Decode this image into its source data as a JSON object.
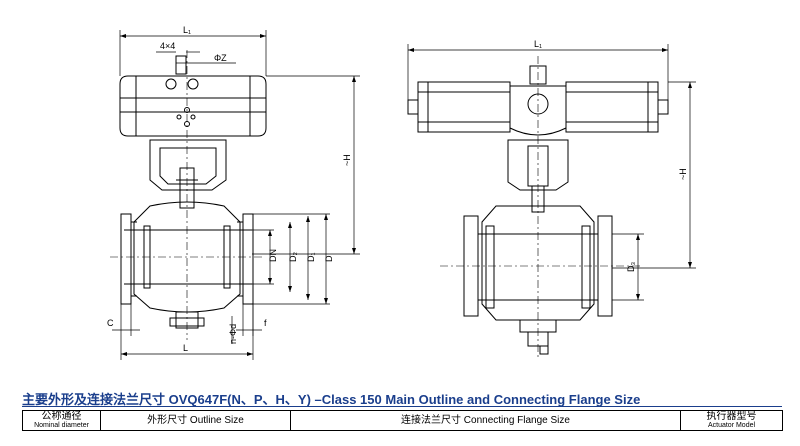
{
  "figure": {
    "left_view": {
      "labels": {
        "L1": "L₁",
        "four_by_four": "4×4",
        "phi_z": "ΦZ",
        "H": "~H",
        "DN": "DN",
        "D2": "D₂",
        "D1": "D₁",
        "D": "D",
        "C": "C",
        "n_phi_d": "n-Φd",
        "f": "f",
        "L": "L"
      }
    },
    "right_view": {
      "labels": {
        "L1": "L₁",
        "H": "~H",
        "D3": "D₃"
      }
    }
  },
  "table_title": "主要外形及连接法兰尺寸 OVQ647F(N、P、H、Y) –Class 150  Main Outline and Connecting Flange Size",
  "table": {
    "header": {
      "nominal_cn": "公称通径",
      "nominal_en": "Nominal diameter",
      "outline": "外形尺寸 Outline Size",
      "flange": "连接法兰尺寸 Connecting Flange Size",
      "actuator_cn": "执行器型号",
      "actuator_en": "Actuator Model"
    }
  },
  "colors": {
    "title": "#1a3e8c",
    "line": "#000000"
  }
}
